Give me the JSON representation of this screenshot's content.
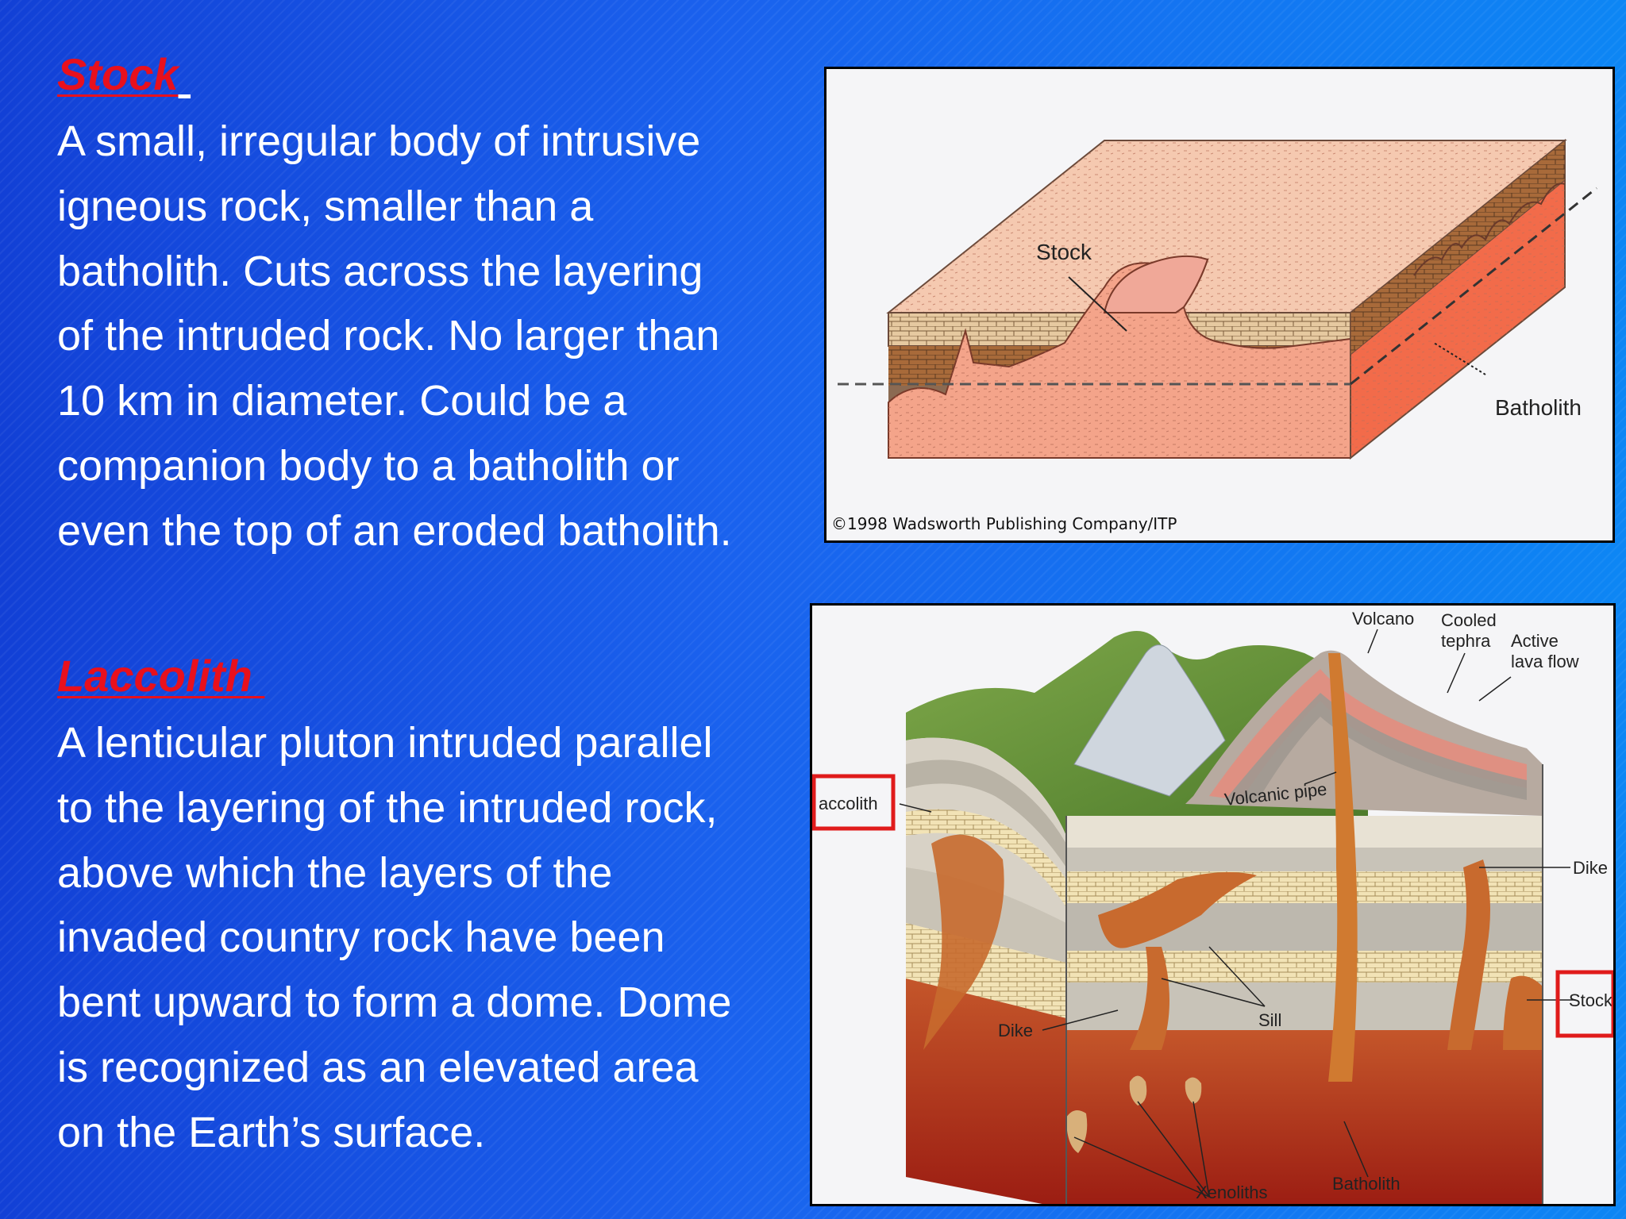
{
  "stock": {
    "heading": "Stock",
    "lines": [
      "A small, irregular body of intrusive",
      "igneous rock, smaller than a",
      "batholith.  Cuts across the layering",
      "of the intruded rock.  No larger than",
      "10 km in diameter.  Could be a",
      "companion body to a batholith or",
      "even the top of an eroded batholith."
    ]
  },
  "laccolith": {
    "heading": "Laccolith",
    "lines": [
      "A lenticular pluton intruded parallel",
      "to the layering of the intruded rock,",
      "above which the layers of the",
      "invaded country rock have been",
      "bent upward to form a dome.  Dome",
      "is recognized as an elevated area",
      "on the Earth’s surface."
    ]
  },
  "figure1": {
    "label_stock": "Stock",
    "label_batholith": "Batholith",
    "copyright": "©1998 Wadsworth Publishing Company/ITP"
  },
  "figure2": {
    "labels": {
      "volcano": "Volcano",
      "cooled_1": "Cooled",
      "cooled_2": "tephra",
      "active_1": "Active",
      "active_2": "lava flow",
      "laccolith": "accolith",
      "volcanic_pipe": "Volcanic pipe",
      "dike_right": "Dike",
      "stock": "Stock",
      "dike_left": "Dike",
      "sill": "Sill",
      "xenoliths": "Xenoliths",
      "batholith": "Batholith"
    },
    "highlight_color": "#e01b1b"
  }
}
